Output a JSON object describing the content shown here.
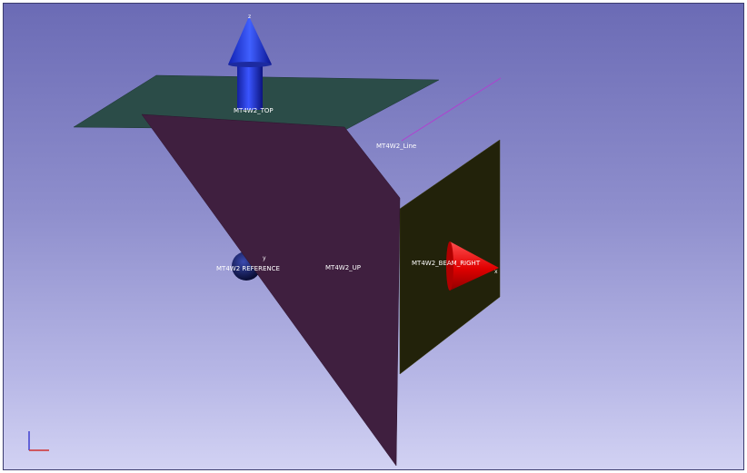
{
  "viewport": {
    "background_top_color": "#6b6bb5",
    "background_bottom_color": "#d2d2f3"
  },
  "planes": {
    "top": {
      "label": "MT4W2_TOP",
      "color": "#2b4c48"
    },
    "up": {
      "label": "MT4W2_UP",
      "color": "#3f1f3f"
    },
    "beam_right": {
      "label": "MT4W2_BEAM_RIGHT",
      "color": "#22220a"
    }
  },
  "line": {
    "label": "MT4W2_Line",
    "color": "#b040d0"
  },
  "reference": {
    "label": "MT4W2 REFERENCE",
    "color": "#101850"
  },
  "axes": {
    "z": {
      "label": "z",
      "color": "#1c2ee8",
      "icon": "arrow-up-icon"
    },
    "y": {
      "label": "y"
    },
    "x": {
      "label": "x",
      "color": "#e81010",
      "icon": "cone-right-icon"
    }
  },
  "orientation_marker": {
    "vertical_color": "#4040d0",
    "horizontal_color": "#d03030"
  }
}
